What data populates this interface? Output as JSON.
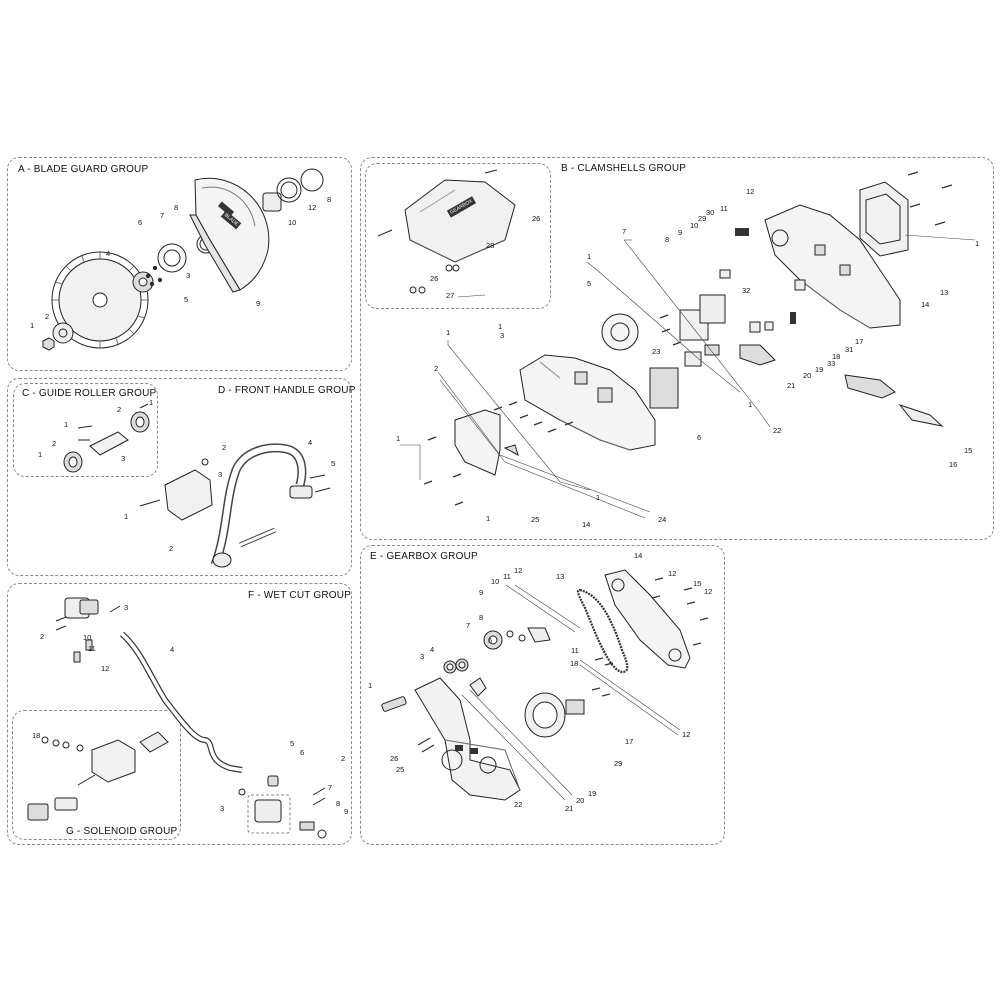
{
  "groups": {
    "a": {
      "title": "A - BLADE GUARD GROUP"
    },
    "b": {
      "title": "B - CLAMSHELLS GROUP"
    },
    "c": {
      "title": "C - GUIDE ROLLER GROUP"
    },
    "d": {
      "title": "D - FRONT HANDLE GROUP"
    },
    "e": {
      "title": "E - GEARBOX GROUP"
    },
    "f": {
      "title": "F - WET CUT GROUP"
    },
    "g": {
      "title": "G - SOLENOID GROUP"
    }
  },
  "callouts": {
    "a": [
      "8",
      "10",
      "12",
      "6",
      "7",
      "8",
      "4",
      "5",
      "3",
      "9",
      "2",
      "1"
    ],
    "b": [
      "26",
      "26",
      "27",
      "28",
      "12",
      "30",
      "11",
      "29",
      "10",
      "9",
      "8",
      "7",
      "1",
      "1",
      "1",
      "5",
      "13",
      "14",
      "32",
      "18",
      "31",
      "17",
      "33",
      "19",
      "20",
      "21",
      "23",
      "1",
      "6",
      "22",
      "1",
      "3",
      "2",
      "1",
      "25",
      "14",
      "1",
      "24",
      "1",
      "15",
      "16"
    ],
    "c": [
      "2",
      "1",
      "1",
      "2",
      "3",
      "1"
    ],
    "d": [
      "2",
      "3",
      "1",
      "2",
      "4",
      "5"
    ],
    "e": [
      "14",
      "12",
      "10",
      "11",
      "13",
      "15",
      "12",
      "9",
      "12",
      "7",
      "8",
      "6",
      "11",
      "4",
      "3",
      "18",
      "1",
      "17",
      "26",
      "25",
      "29",
      "12",
      "19",
      "20",
      "21",
      "22"
    ],
    "f": [
      "3",
      "2",
      "10",
      "11",
      "12",
      "4",
      "5",
      "6",
      "2",
      "7",
      "3",
      "8",
      "9"
    ],
    "g": [
      "18"
    ]
  },
  "marks": {
    "logo_guard": "BLADE",
    "logo_cover": "GEARBOX"
  }
}
